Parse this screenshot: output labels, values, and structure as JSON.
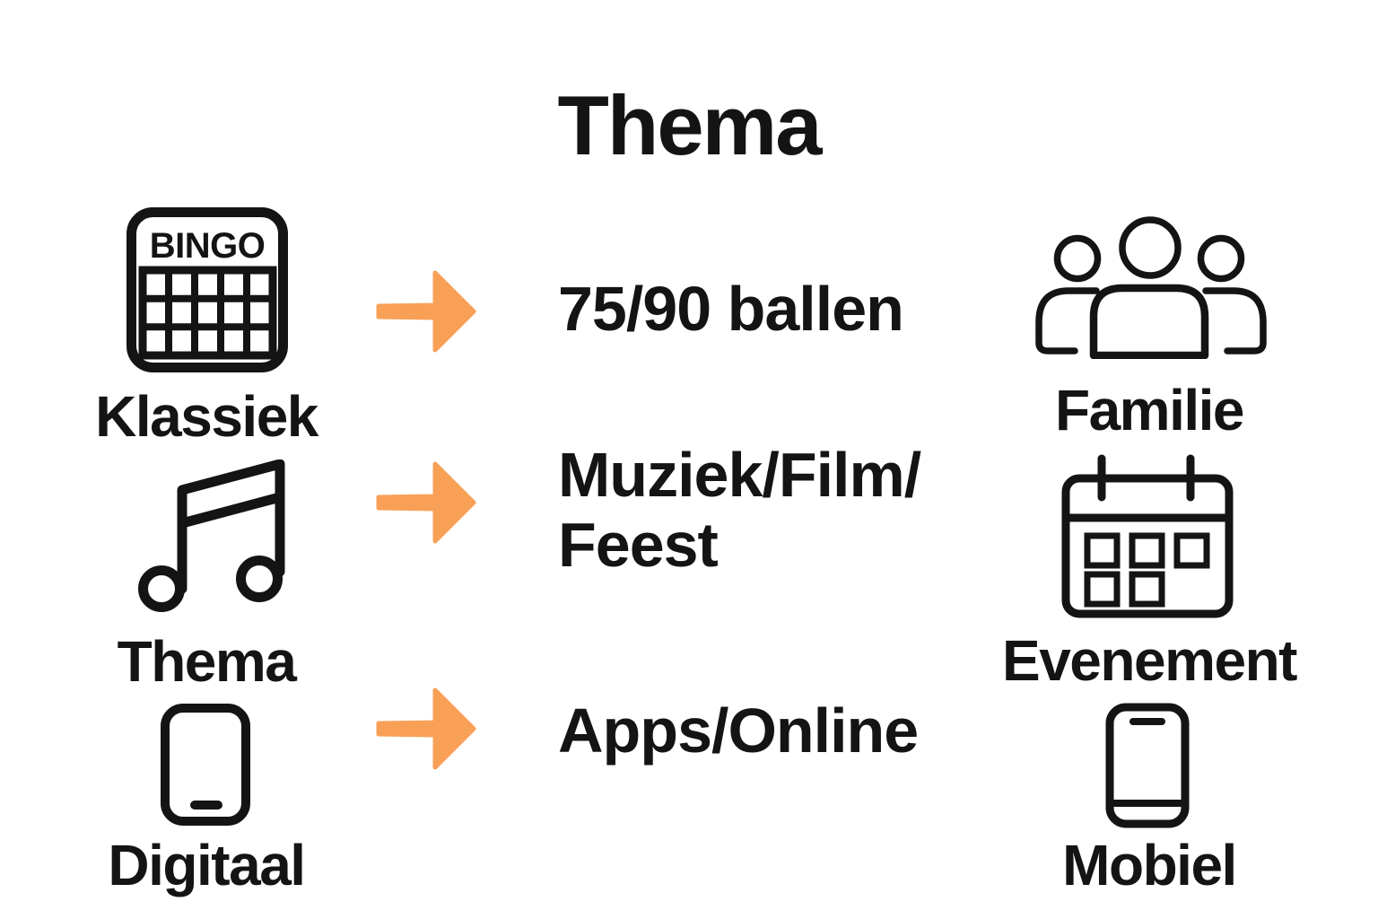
{
  "title": "Thema",
  "colors": {
    "arrow": "#F9A057",
    "ink": "#141414",
    "background": "#FFFFFF"
  },
  "left_column": {
    "items": [
      {
        "icon": "bingo-card-icon",
        "icon_text": "BINGO",
        "label": "Klassiek"
      },
      {
        "icon": "music-note-icon",
        "label": "Thema"
      },
      {
        "icon": "tablet-icon",
        "label": "Digitaal"
      }
    ]
  },
  "center_column": {
    "rows": [
      {
        "text": "75/90 ballen"
      },
      {
        "text": "Muziek/Film/\nFeest"
      },
      {
        "text": "Apps/Online"
      }
    ]
  },
  "right_column": {
    "items": [
      {
        "icon": "family-group-icon",
        "label": "Familie"
      },
      {
        "icon": "calendar-icon",
        "label": "Evenement"
      },
      {
        "icon": "smartphone-icon",
        "label": "Mobiel"
      }
    ]
  }
}
